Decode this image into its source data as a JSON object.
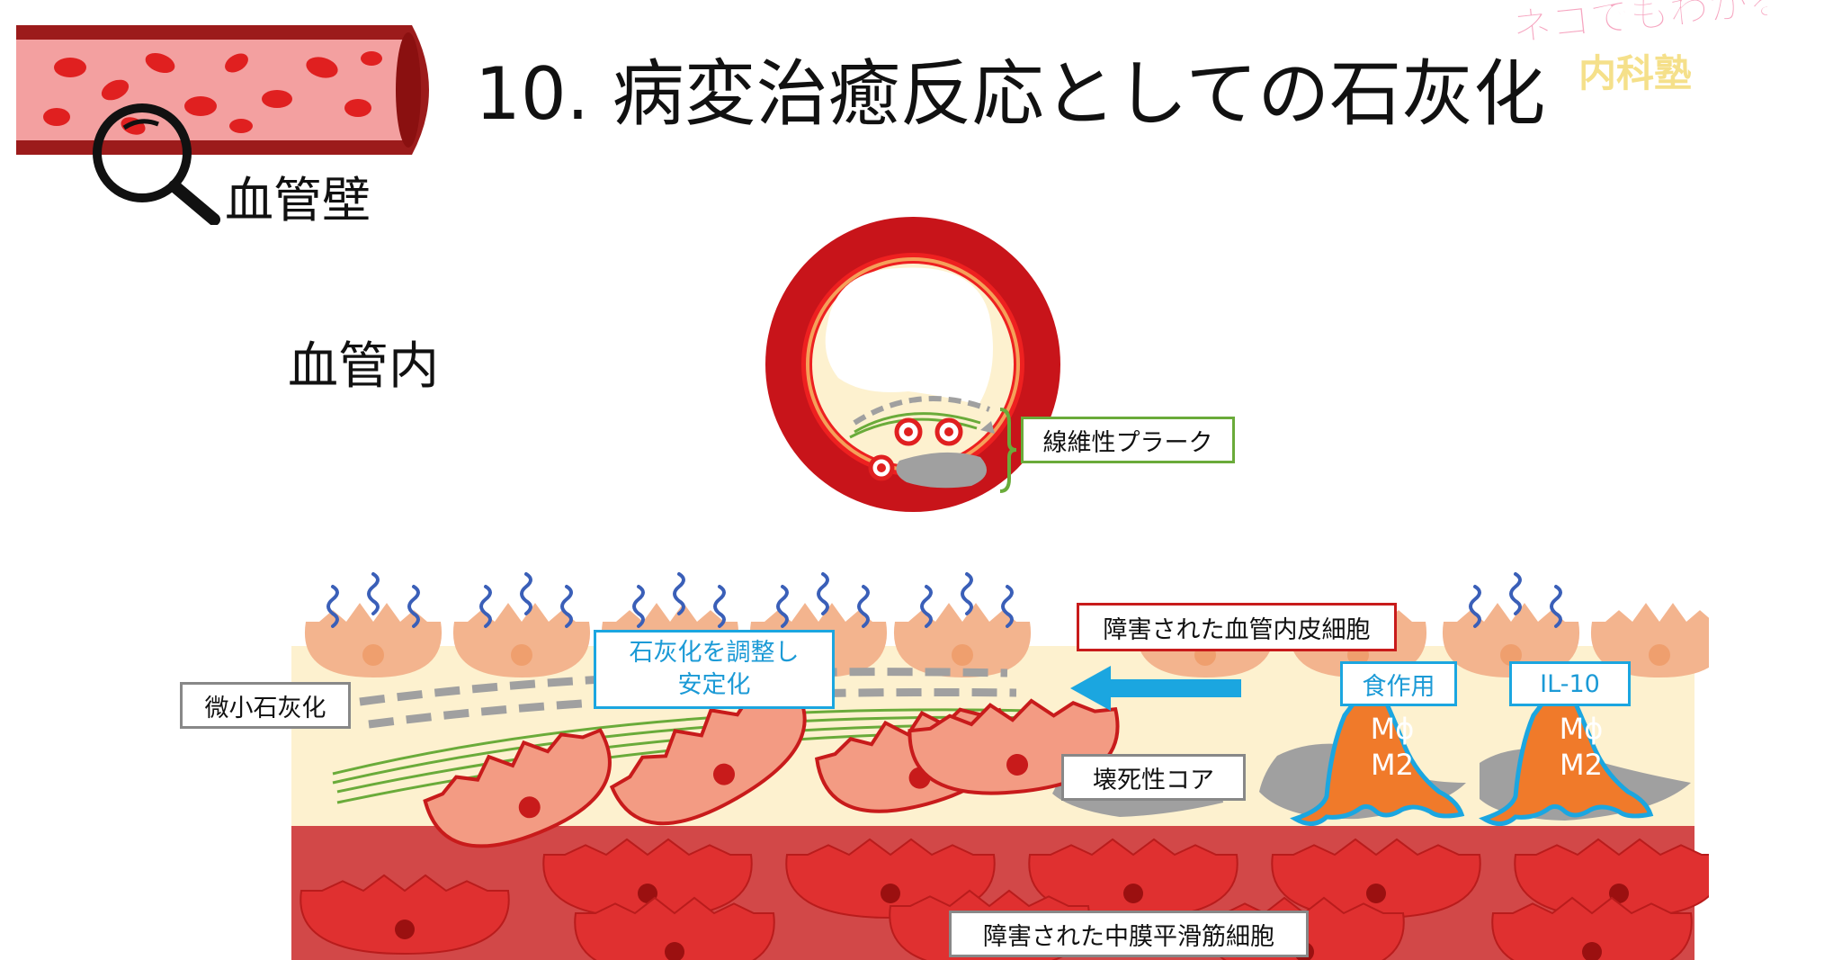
{
  "title": "10.  病変治癒反応としての石灰化",
  "vessel_label": "血管壁",
  "section_label": "血管内",
  "logo": {
    "line1": "ネコでもわかる！",
    "line2": "内科塾"
  },
  "labels": {
    "fibrous_plaque": "線維性プラーク",
    "damaged_endothelium": "障害された血管内皮細胞",
    "stabilize_line1": "石灰化を調整し",
    "stabilize_line2": "安定化",
    "micro_calcification": "微小石灰化",
    "necrotic_core": "壊死性コア",
    "phagocytosis": "食作用",
    "il10": "IL-10",
    "macrophage_line1": "Mϕ",
    "macrophage_line2": "M2",
    "smooth_muscle": "障害された中膜平滑筋細胞"
  },
  "colors": {
    "media": "#d24848",
    "intima": "#fdf1cf",
    "endothelium": "#f3b48e",
    "smc": "#e03030",
    "macrophage": "#f07a2a",
    "calcification": "#a0a0a0",
    "fiber": "#6aab3a",
    "arrow": "#1ba6e0"
  }
}
